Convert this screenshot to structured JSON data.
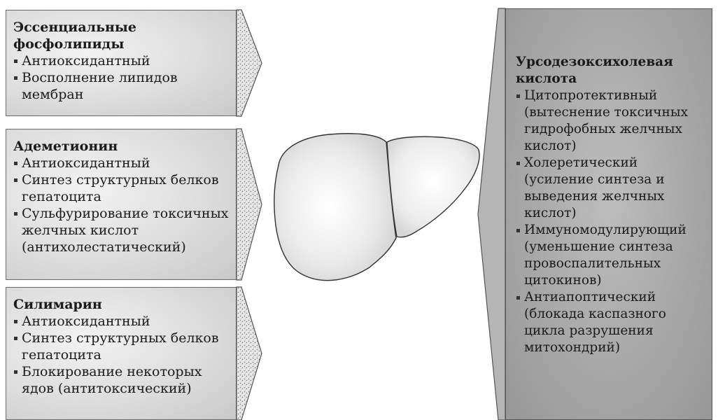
{
  "boxes": {
    "efl": {
      "title": "Эссенциальные фосфолипиды",
      "items": [
        "Антиоксидантный",
        "Восполнение липидов мембран"
      ]
    },
    "adem": {
      "title": "Адеметионин",
      "items": [
        "Антиоксидантный",
        "Синтез структурных белков гепатоцита",
        "Сульфурирование токсичных желчных кислот (антихолестатический)"
      ]
    },
    "sil": {
      "title": "Силимарин",
      "items": [
        "Антиоксидантный",
        "Синтез структурных белков гепатоцита",
        "Блокирование некоторых ядов (антитоксический)"
      ]
    },
    "udca": {
      "title": "Урсодезоксихолевая кислота",
      "items": [
        "Цитопротективный (вытеснение токсичных гидрофобных желчных кислот)",
        "Холеретический (усиление синтеза и выведения желчных кислот)",
        "Иммуномодулирующий (уменьшение синтеза провоспалительных цитокинов)",
        "Антиапоптический (блокада каспазного цикла разрушения митохондрий)"
      ]
    }
  },
  "colors": {
    "box_fill_light": "#dddddd",
    "box_fill_dark": "#a8a8a8",
    "outline": "#555555",
    "liver_fill": "#e6e6e6"
  }
}
